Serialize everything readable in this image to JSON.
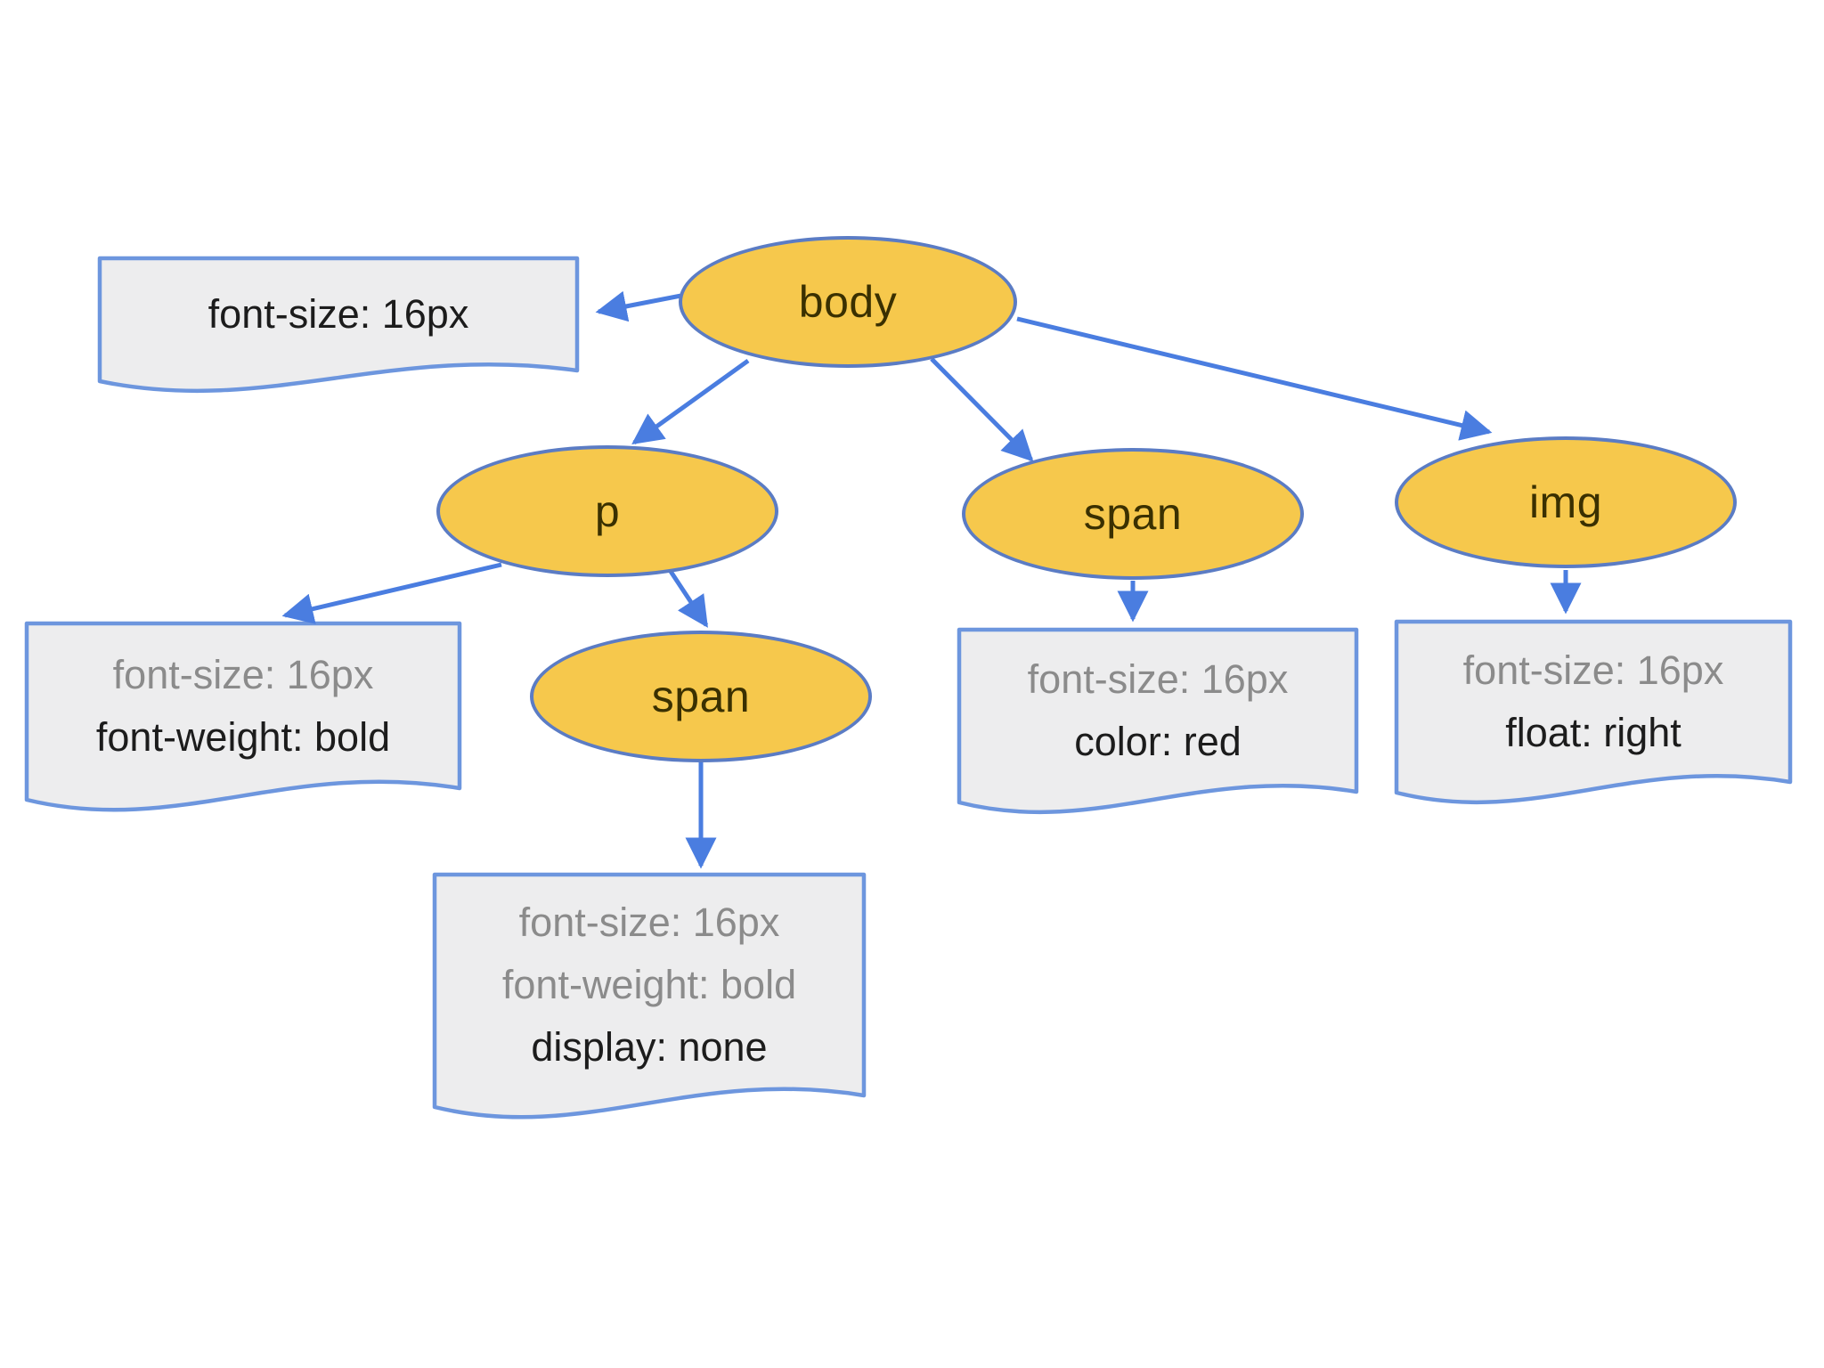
{
  "diagram": {
    "type": "tree-diagram",
    "description": "DOM tree with computed CSS style notes",
    "colors": {
      "background": "#ffffff",
      "node_fill": "#f6c84c",
      "node_border": "#5b7cc4",
      "node_text": "#3a3000",
      "edge_blue": "#4a7de0",
      "note_fill": "#ededee",
      "note_border": "#6d96de",
      "inherited_text": "#8b8b8b",
      "own_text": "#1c1c1c"
    },
    "nodes": [
      {
        "id": "body",
        "label": "body"
      },
      {
        "id": "p",
        "label": "p"
      },
      {
        "id": "span-child",
        "label": "span"
      },
      {
        "id": "span-mid",
        "label": "span"
      },
      {
        "id": "img",
        "label": "img"
      }
    ],
    "notes": [
      {
        "id": "note-body",
        "attached_to": "body",
        "lines": [
          {
            "text": "font-size: 16px",
            "inherited": false
          }
        ]
      },
      {
        "id": "note-p",
        "attached_to": "p",
        "lines": [
          {
            "text": "font-size: 16px",
            "inherited": true
          },
          {
            "text": "font-weight: bold",
            "inherited": false
          }
        ]
      },
      {
        "id": "note-span-child",
        "attached_to": "span-child",
        "lines": [
          {
            "text": "font-size: 16px",
            "inherited": true
          },
          {
            "text": "font-weight: bold",
            "inherited": true
          },
          {
            "text": "display: none",
            "inherited": false
          }
        ]
      },
      {
        "id": "note-span-mid",
        "attached_to": "span-mid",
        "lines": [
          {
            "text": "font-size: 16px",
            "inherited": true
          },
          {
            "text": "color: red",
            "inherited": false
          }
        ]
      },
      {
        "id": "note-img",
        "attached_to": "img",
        "lines": [
          {
            "text": "font-size: 16px",
            "inherited": true
          },
          {
            "text": "float: right",
            "inherited": false
          }
        ]
      }
    ],
    "edges": [
      {
        "from": "body",
        "to": "note-body"
      },
      {
        "from": "body",
        "to": "p"
      },
      {
        "from": "body",
        "to": "span-mid"
      },
      {
        "from": "body",
        "to": "img"
      },
      {
        "from": "p",
        "to": "note-p"
      },
      {
        "from": "p",
        "to": "span-child"
      },
      {
        "from": "span-child",
        "to": "note-span-child"
      },
      {
        "from": "span-mid",
        "to": "note-span-mid"
      },
      {
        "from": "img",
        "to": "note-img"
      }
    ]
  }
}
